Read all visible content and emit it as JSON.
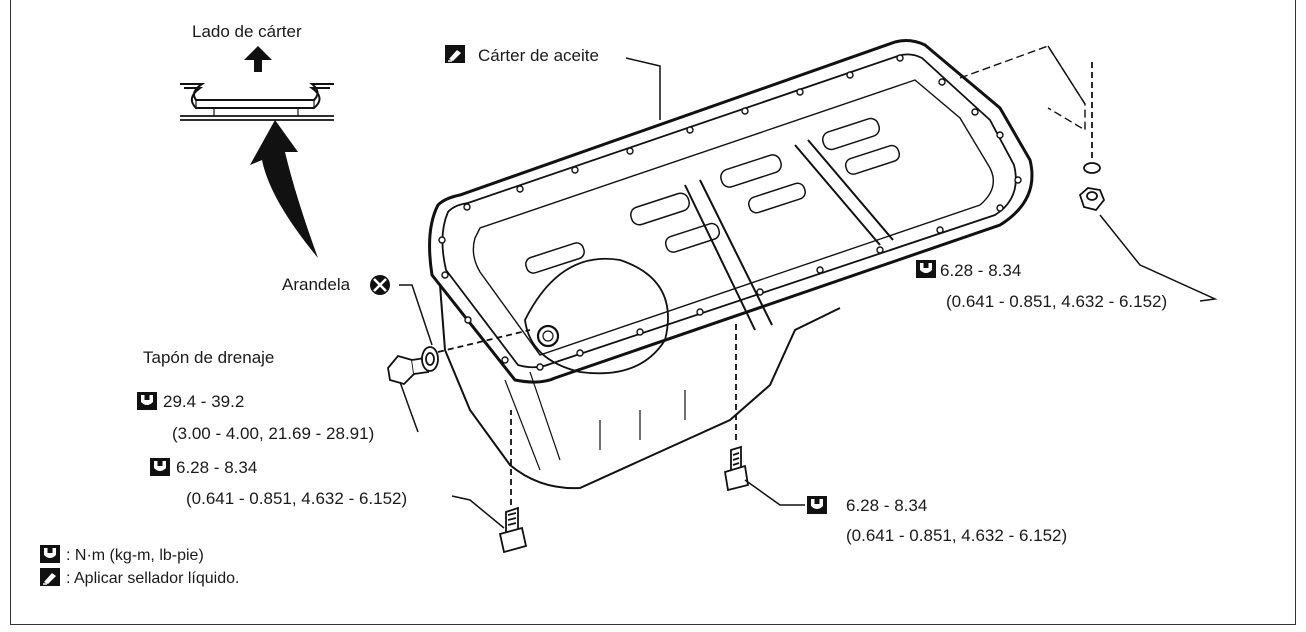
{
  "sump_side": "Lado de cárter",
  "oil_pan": "Cárter de aceite",
  "washer": "Arandela",
  "drain_plug": {
    "name": "Tapón de drenaje",
    "torque": "29.4 - 39.2",
    "torque_alt": "(3.00 - 4.00, 21.69 - 28.91)"
  },
  "bolt_left": {
    "torque": "6.28 - 8.34",
    "torque_alt": "(0.641 - 0.851, 4.632 - 6.152)"
  },
  "bolt_front": {
    "torque": "6.28 - 8.34",
    "torque_alt": "(0.641 - 0.851, 4.632 - 6.152)"
  },
  "nut_right": {
    "torque": "6.28 - 8.34",
    "torque_alt": "(0.641 - 0.851, 4.632 - 6.152)"
  },
  "legend": {
    "torque_units": ": N·m (kg-m, lb-pie)",
    "sealant": ": Aplicar sellador líquido."
  },
  "icons": {
    "torque": "torque-wrench-icon",
    "sealant": "liquid-sealant-icon",
    "no_reuse": "do-not-reuse-icon"
  }
}
